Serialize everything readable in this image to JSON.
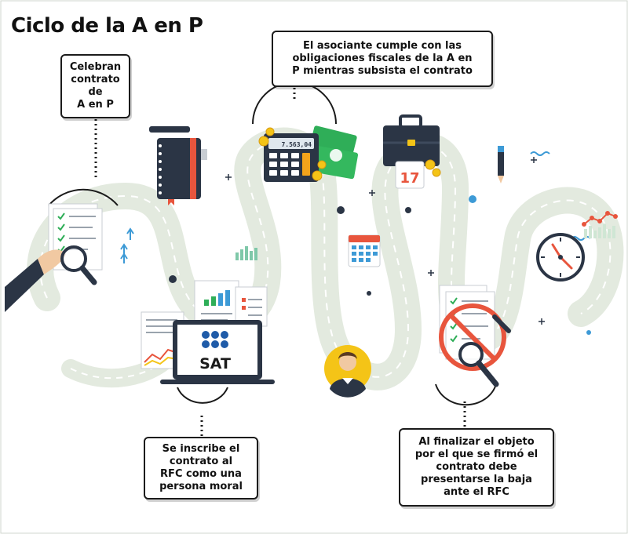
{
  "title": "Ciclo de la A en P",
  "steps": {
    "celebran": {
      "lines": [
        "Celebran",
        "contrato",
        "de",
        "A en P"
      ]
    },
    "inscribe": {
      "lines": [
        "Se inscribe el",
        "contrato al",
        "RFC como una",
        "persona moral"
      ]
    },
    "cumple": {
      "lines": [
        "El asociante cumple con las",
        "obligaciones fiscales de la A en",
        "P mientras subsista el contrato"
      ]
    },
    "finalizar": {
      "lines": [
        "Al finalizar el objeto",
        "por el que se firmó el",
        "contrato debe",
        "presentarse la baja",
        "ante el RFC"
      ]
    }
  },
  "icons": {
    "laptop_logo": "SAT",
    "calculator_display": "7.563,04",
    "calendar_day": "17"
  },
  "colors": {
    "road": "#e3eadf",
    "road_dash": "#ffffff",
    "navy": "#2b3545",
    "money_green": "#2fae58",
    "accent_red": "#e8553d",
    "accent_yellow": "#f4c417",
    "accent_blue": "#3d9ad6"
  }
}
